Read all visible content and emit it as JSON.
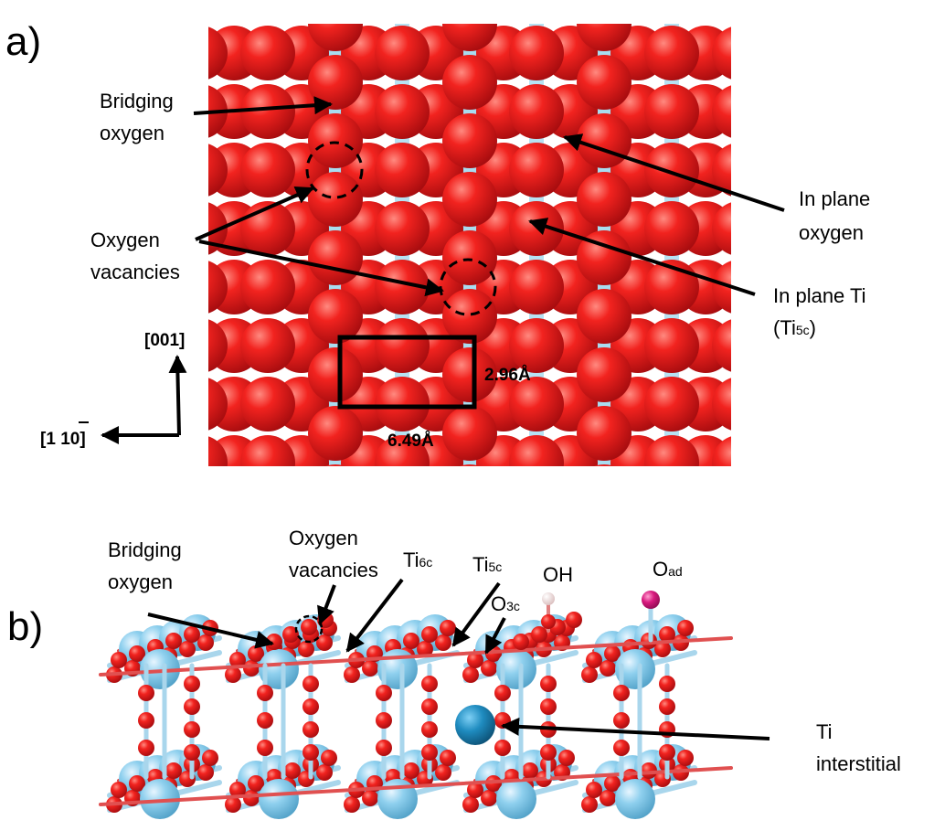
{
  "panel_a": {
    "panel_label": "a)",
    "labels": {
      "bridging_oxygen": [
        "Bridging",
        "oxygen"
      ],
      "oxygen_vacancies": [
        "Oxygen",
        "vacancies"
      ],
      "in_plane_oxygen": [
        "In plane",
        "oxygen"
      ],
      "in_plane_ti": [
        "In plane Ti",
        "(Ti",
        "5c",
        ")"
      ],
      "dim_vertical": "2.96Å",
      "dim_horizontal": "6.49Å",
      "axis_up": "[001]",
      "axis_left": [
        "[1 ",
        "10]"
      ],
      "axis_left_overbar_digit": "1"
    },
    "colors": {
      "oxygen": "#e3151a",
      "titanium": "#7ec8e8",
      "bond": "#9fd6ee"
    }
  },
  "panel_b": {
    "panel_label": "b)",
    "labels": {
      "bridging_oxygen": [
        "Bridging",
        "oxygen"
      ],
      "oxygen_vacancies": [
        "Oxygen",
        "vacancies"
      ],
      "ti6c": [
        "Ti",
        "6c"
      ],
      "ti5c": [
        "Ti",
        "5c"
      ],
      "o3c": [
        "O",
        "3c"
      ],
      "oh": "OH",
      "oad": [
        "O",
        "ad"
      ],
      "ti_interstitial": [
        "Ti",
        "interstitial"
      ]
    },
    "colors": {
      "oxygen": "#e3151a",
      "titanium": "#8ccbe8",
      "interstitial": "#1a7fb0",
      "adatom": "#d8197e",
      "hydrogen": "#f2dede"
    }
  }
}
